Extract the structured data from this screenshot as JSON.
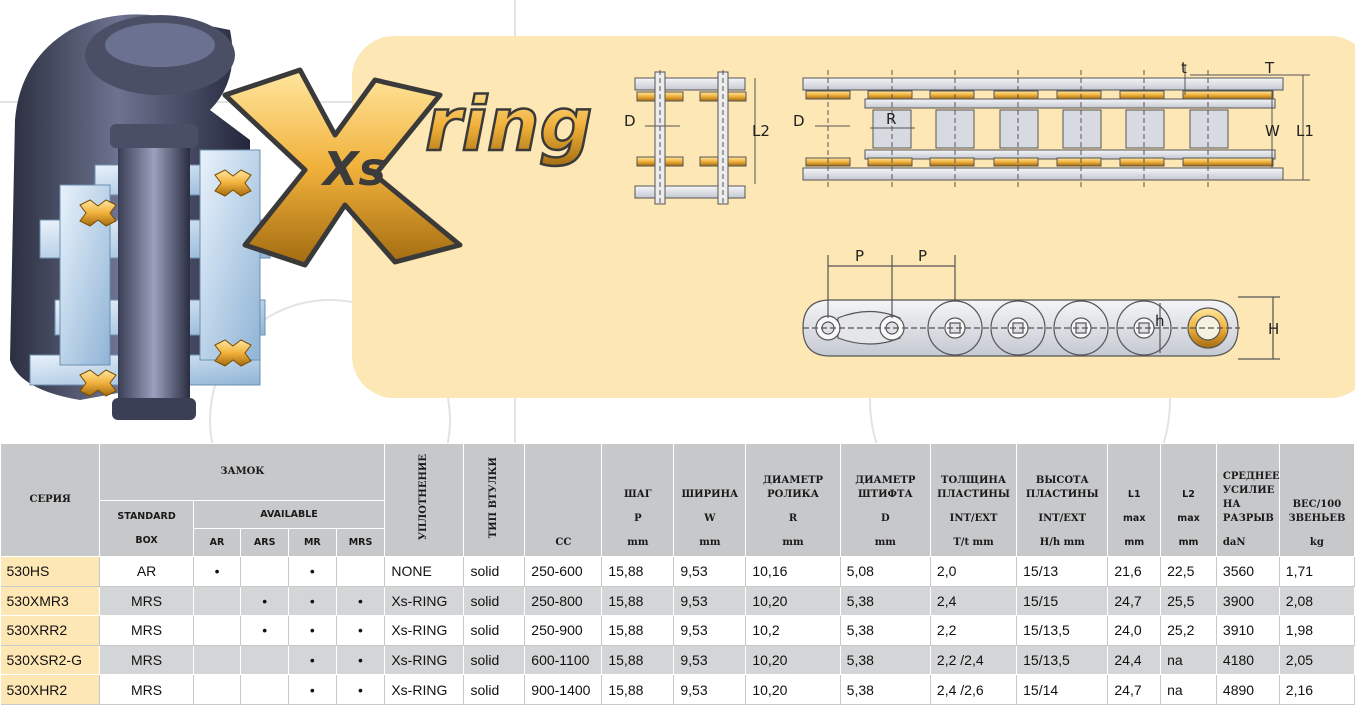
{
  "logo": {
    "xs": "Xs",
    "ring": "ring"
  },
  "diagram_labels": {
    "d1": "D",
    "l2": "L2",
    "d2": "D",
    "r": "R",
    "t_small": "t",
    "t_big": "T",
    "w": "W",
    "l1": "L1",
    "p1": "P",
    "p2": "P",
    "h_small": "h",
    "h_big": "H"
  },
  "table": {
    "headers": {
      "series": "СЕРИЯ",
      "lock": "ЗАМОК",
      "standard_1": "STANDARD",
      "standard_2": "BOX",
      "available": "AVAILABLE",
      "available_cols": [
        "AR",
        "ARS",
        "MR",
        "MRS"
      ],
      "seal": "УПЛОТНЕНИЕ",
      "bushing": "ТИП ВТУЛКИ",
      "cc": "CC",
      "pitch": [
        "ШАГ",
        "P",
        "mm"
      ],
      "width": [
        "ШИРИНА",
        "W",
        "mm"
      ],
      "roller": [
        "ДИАМЕТР",
        "РОЛИКА",
        "R",
        "mm"
      ],
      "pin": [
        "ДИАМЕТР",
        "ШТИФТА",
        "D",
        "mm"
      ],
      "plate_thick": [
        "ТОЛЩИНА",
        "ПЛАСТИНЫ",
        "INT/EXT",
        "T/t mm"
      ],
      "plate_height": [
        "ВЫСОТА",
        "ПЛАСТИНЫ",
        "INT/EXT",
        "H/h mm"
      ],
      "l1": [
        "L1",
        "max",
        "mm"
      ],
      "l2": [
        "L2",
        "max",
        "mm"
      ],
      "breaking": [
        "СРЕДНЕЕ",
        "УСИЛИЕ",
        "НА",
        "РАЗРЫВ",
        "daN"
      ],
      "weight": [
        "ВЕС/100",
        "ЗВЕНЬЕВ",
        "kg"
      ]
    },
    "rows": [
      {
        "series": "530HS",
        "standard": "AR",
        "ar": "•",
        "ars": "",
        "mr": "•",
        "mrs": "",
        "seal": "NONE",
        "bushing": "solid",
        "cc": "250-600",
        "p": "15,88",
        "w": "9,53",
        "r": "10,16",
        "d": "5,08",
        "t": "2,0",
        "h": "15/13",
        "l1": "21,6",
        "l2": "22,5",
        "dan": "3560",
        "kg": "1,71"
      },
      {
        "series": "530XMR3",
        "standard": "MRS",
        "ar": "",
        "ars": "•",
        "mr": "•",
        "mrs": "•",
        "seal": "Xs-RING",
        "bushing": "solid",
        "cc": "250-800",
        "p": "15,88",
        "w": "9,53",
        "r": "10,20",
        "d": "5,38",
        "t": "2,4",
        "h": "15/15",
        "l1": "24,7",
        "l2": "25,5",
        "dan": "3900",
        "kg": "2,08"
      },
      {
        "series": "530XRR2",
        "standard": "MRS",
        "ar": "",
        "ars": "•",
        "mr": "•",
        "mrs": "•",
        "seal": "Xs-RING",
        "bushing": "solid",
        "cc": "250-900",
        "p": "15,88",
        "w": "9,53",
        "r": "10,2",
        "d": "5,38",
        "t": "2,2",
        "h": "15/13,5",
        "l1": "24,0",
        "l2": "25,2",
        "dan": "3910",
        "kg": "1,98"
      },
      {
        "series": "530XSR2-G",
        "standard": "MRS",
        "ar": "",
        "ars": "",
        "mr": "•",
        "mrs": "•",
        "seal": "Xs-RING",
        "bushing": "solid",
        "cc": "600-1100",
        "p": "15,88",
        "w": "9,53",
        "r": "10,20",
        "d": "5,38",
        "t": "2,2 /2,4",
        "h": "15/13,5",
        "l1": "24,4",
        "l2": "na",
        "dan": "4180",
        "kg": "2,05"
      },
      {
        "series": "530XHR2",
        "standard": "MRS",
        "ar": "",
        "ars": "",
        "mr": "•",
        "mrs": "•",
        "seal": "Xs-RING",
        "bushing": "solid",
        "cc": "900-1400",
        "p": "15,88",
        "w": "9,53",
        "r": "10,20",
        "d": "5,38",
        "t": "2,4 /2,6",
        "h": "15/14",
        "l1": "24,7",
        "l2": "na",
        "dan": "4890",
        "kg": "2,16"
      }
    ]
  },
  "colors": {
    "panel": "#fde7b5",
    "header": "#c7c8ca",
    "stripe": "#d4d5d6",
    "gold": "#f1b13b",
    "steel": "#5a6076"
  }
}
